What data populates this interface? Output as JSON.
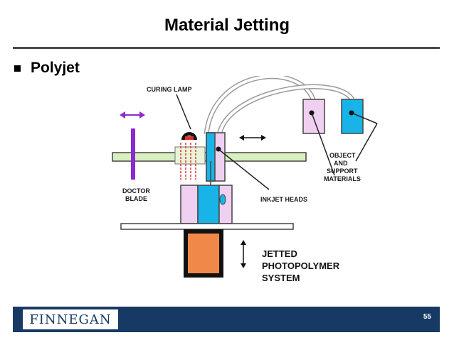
{
  "slide": {
    "title": "Material Jetting",
    "bullet": "Polyjet",
    "page_number": "55",
    "logo_text": "FINNEGAN"
  },
  "diagram": {
    "labels": {
      "curing_lamp": "CURING LAMP",
      "doctor_blade_line1": "DOCTOR",
      "doctor_blade_line2": "BLADE",
      "inkjet_heads": "INKJET HEADS",
      "object_support_line1": "OBJECT",
      "object_support_line2": "AND",
      "object_support_line3": "SUPPORT",
      "object_support_line4": "MATERIALS",
      "system_line1": "JETTED",
      "system_line2": "PHOTOPOLYMER",
      "system_line3": "SYSTEM"
    },
    "colors": {
      "footer": "#163a63",
      "pink": "#f0d0f0",
      "cyan": "#18b4e8",
      "green": "#d8f0c0",
      "purple": "#8a2bd0",
      "orange": "#f0884a",
      "red_dash": "#e03030"
    }
  }
}
